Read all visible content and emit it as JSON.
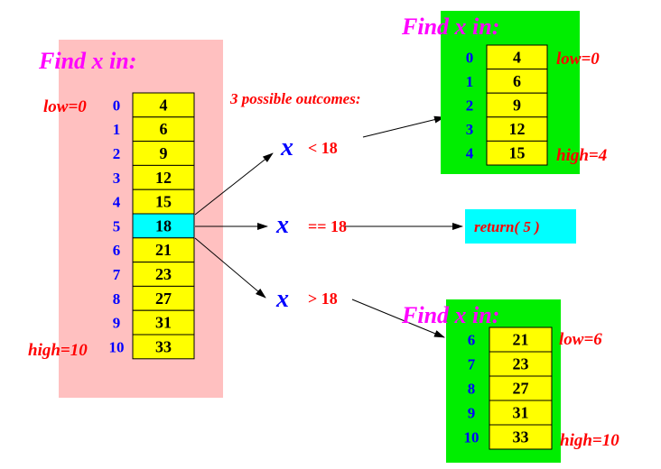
{
  "main_panel": {
    "title": "Find x in:",
    "low_label": "low=0",
    "high_label": "high=10",
    "bg": "#ffc0c0",
    "indices": [
      "0",
      "1",
      "2",
      "3",
      "4",
      "5",
      "6",
      "7",
      "8",
      "9",
      "10"
    ],
    "values": [
      "4",
      "6",
      "9",
      "12",
      "15",
      "18",
      "21",
      "23",
      "27",
      "31",
      "33"
    ],
    "highlight_index": 5,
    "highlight_color": "#00ffff",
    "cell_color": "#ffff00"
  },
  "outcomes_label": "3 possible outcomes:",
  "outcomes": [
    {
      "x": "x",
      "op": "< 18"
    },
    {
      "x": "x",
      "op": "== 18"
    },
    {
      "x": "x",
      "op": "> 18"
    }
  ],
  "return_box": {
    "text": "return( 5 )",
    "bg": "#00ffff"
  },
  "top_panel": {
    "title": "Find x in:",
    "low_label": "low=0",
    "high_label": "high=4",
    "bg": "#00ee00",
    "indices": [
      "0",
      "1",
      "2",
      "3",
      "4"
    ],
    "values": [
      "4",
      "6",
      "9",
      "12",
      "15"
    ]
  },
  "bottom_panel": {
    "title": "Find x in:",
    "low_label": "low=6",
    "high_label": "high=10",
    "bg": "#00ee00",
    "indices": [
      "6",
      "7",
      "8",
      "9",
      "10"
    ],
    "values": [
      "21",
      "23",
      "27",
      "31",
      "33"
    ]
  }
}
